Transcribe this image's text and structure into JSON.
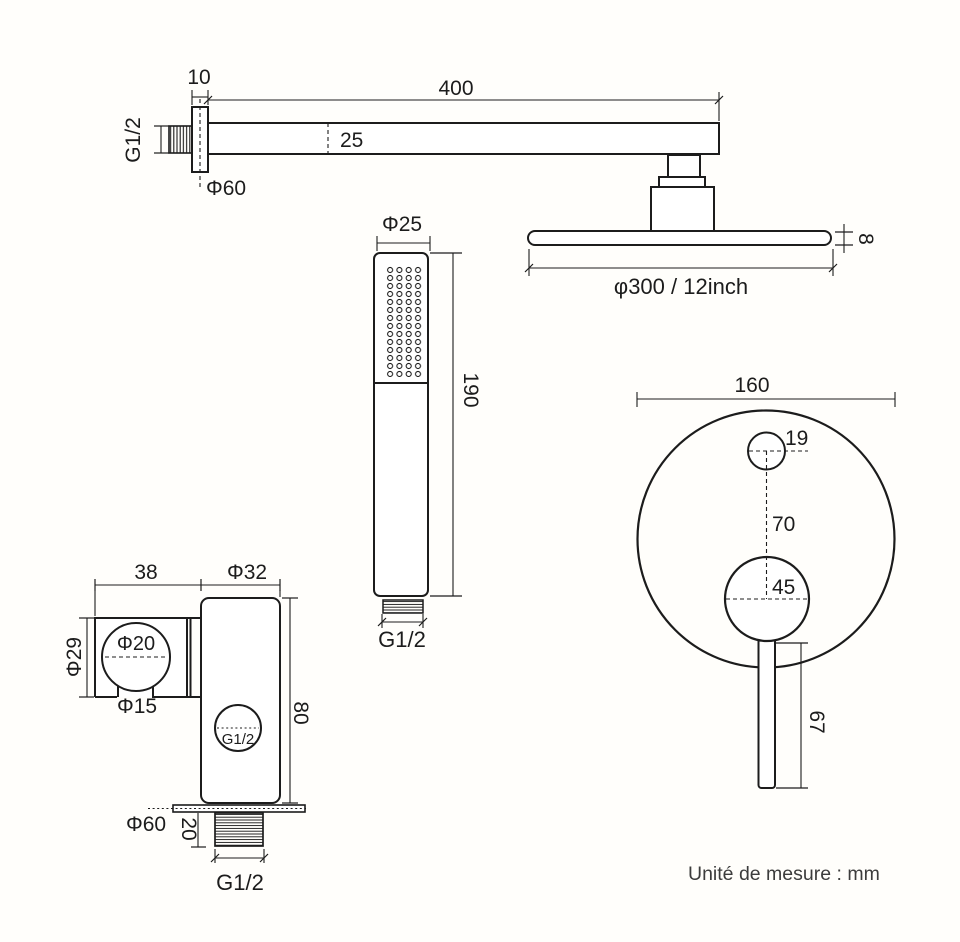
{
  "drawing": {
    "background_color": "#fffefb",
    "line_color": "#1c1c1c",
    "footer_note": "Unité de mesure : mm"
  },
  "shower_arm": {
    "length_label": "400",
    "wall_plate_depth_label": "10",
    "arm_height_label": "25",
    "thread_label": "G1/2",
    "flange_diameter_label": "Φ60"
  },
  "rain_head": {
    "thickness_label": "8",
    "diameter_label": "φ300 / 12inch"
  },
  "hand_shower": {
    "diameter_label": "Φ25",
    "length_label": "190",
    "thread_label": "G1/2"
  },
  "mixer_valve": {
    "plate_diameter_label": "160",
    "top_port_diameter_label": "19",
    "center_distance_label": "70",
    "handle_base_diameter_label": "45",
    "lever_length_label": "67"
  },
  "wall_outlet": {
    "holder_width_label": "38",
    "body_width_label": "Φ32",
    "holder_outer_label": "Φ29",
    "holder_inner_label": "Φ20",
    "holder_slot_label": "Φ15",
    "body_height_label": "80",
    "port_thread_label": "G1/2",
    "flange_diameter_label": "Φ60",
    "nipple_height_label": "20",
    "bottom_thread_label": "G1/2"
  }
}
